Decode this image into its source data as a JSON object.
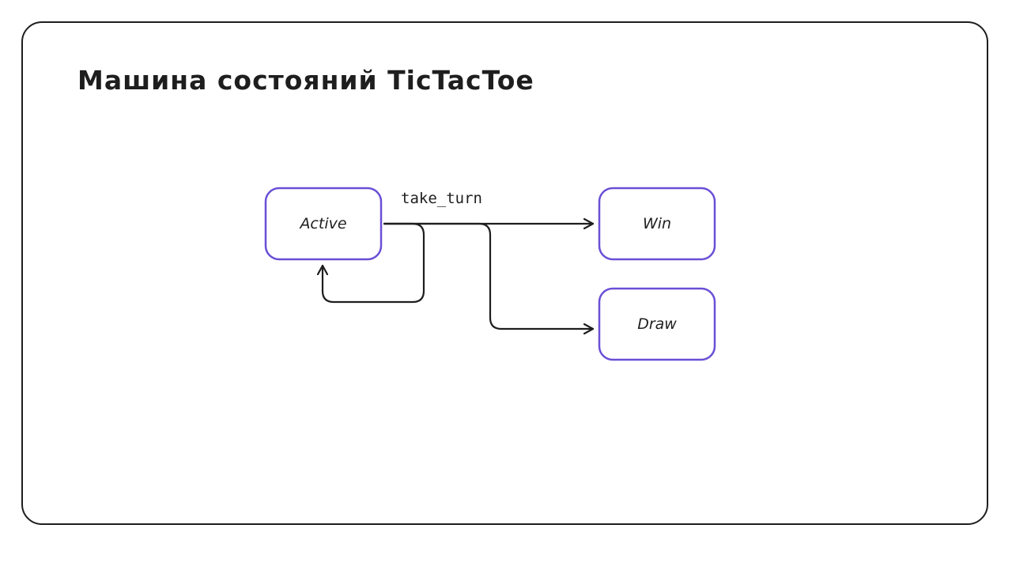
{
  "title": "Машина состояний TicTacToe",
  "colors": {
    "node_border": "#6a4fd6",
    "stroke": "#1e1e1e",
    "background": "#ffffff"
  },
  "nodes": {
    "active": "Active",
    "win": "Win",
    "draw": "Draw"
  },
  "edges": {
    "transition_label": "take_turn"
  }
}
